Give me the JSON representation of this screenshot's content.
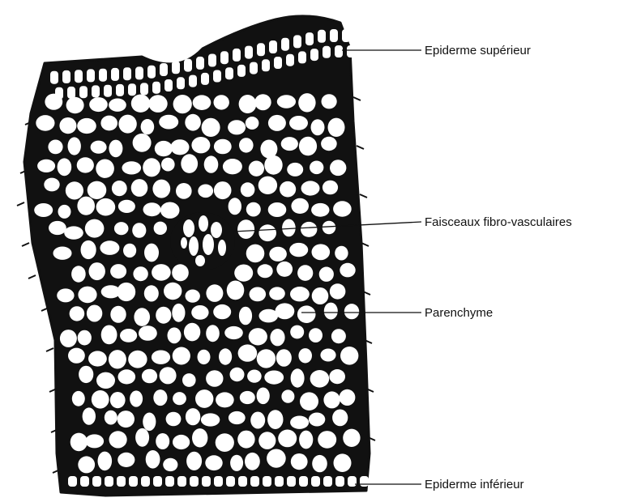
{
  "labels": {
    "upper_epidermis": "Epiderme supérieur",
    "vascular_bundles": "Faisceaux fibro-vasculaires",
    "parenchyma": "Parenchyme",
    "lower_epidermis": "Epiderme inférieur"
  },
  "colors": {
    "ink": "#111111",
    "cell": "#ffffff",
    "background": "#ffffff"
  }
}
